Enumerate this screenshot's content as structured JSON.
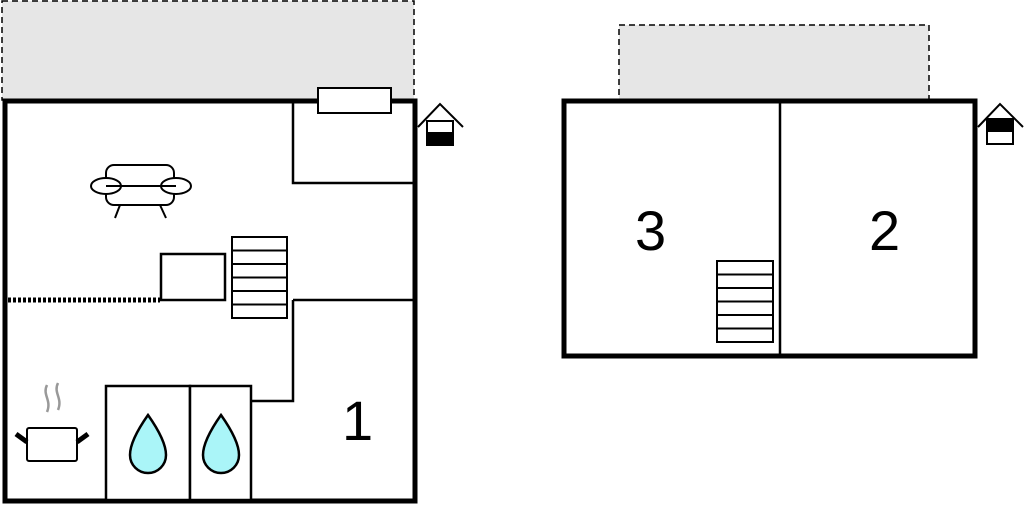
{
  "floors": [
    {
      "name": "ground-floor",
      "rooms": [
        {
          "label": "1"
        }
      ]
    },
    {
      "name": "upper-floor",
      "rooms": [
        {
          "label": "3"
        },
        {
          "label": "2"
        }
      ]
    }
  ],
  "colors": {
    "wall": "#000000",
    "terrace": "#e6e6e6",
    "water": "#aaf5f8",
    "steam": "#999999"
  }
}
